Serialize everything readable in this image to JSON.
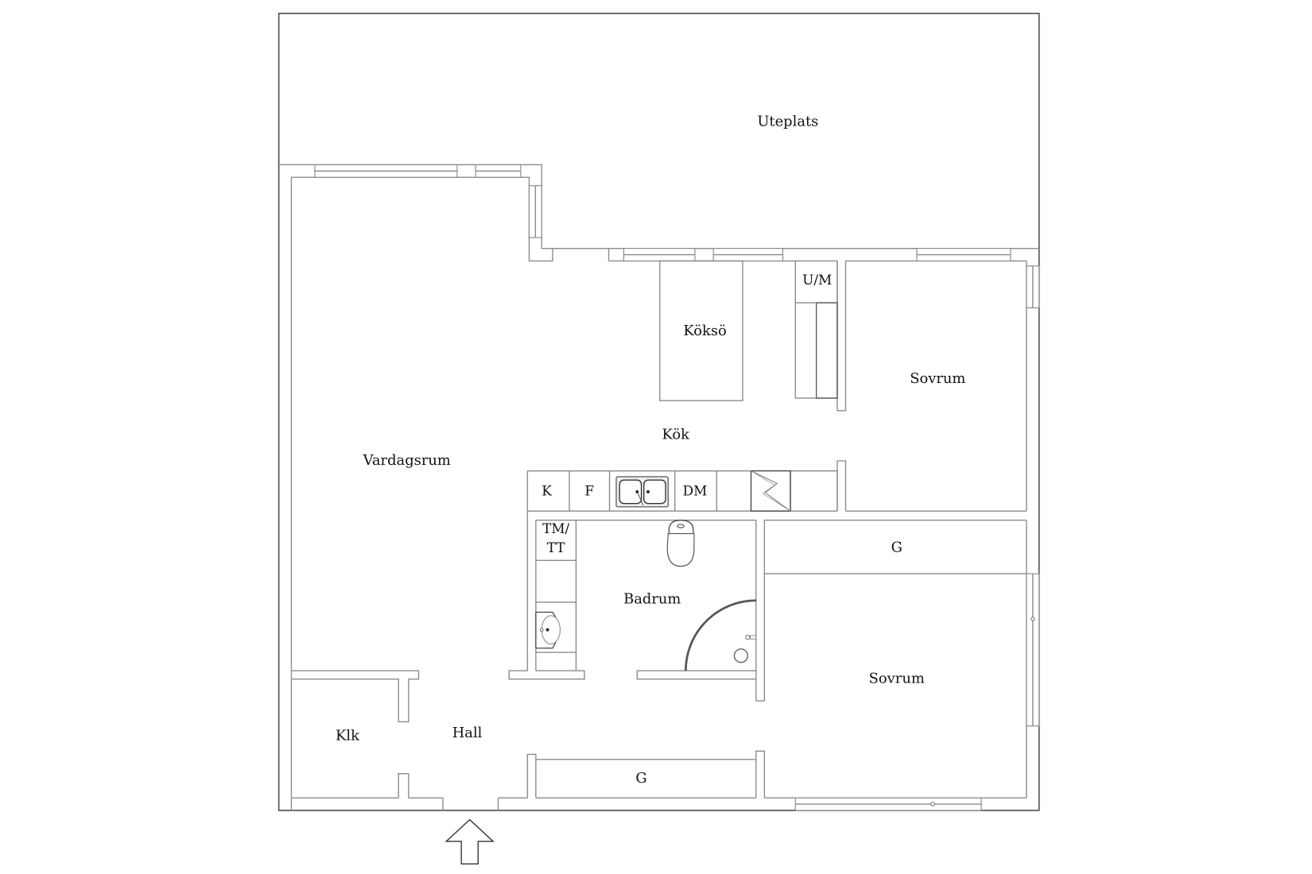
{
  "plan": {
    "rooms": {
      "uteplats": "Uteplats",
      "vardagsrum": "Vardagsrum",
      "kok": "Kök",
      "koksö": "Köksö",
      "sovrum_top": "Sovrum",
      "sovrum_bottom": "Sovrum",
      "badrum": "Badrum",
      "hall": "Hall",
      "klk": "Klk",
      "g_top": "G",
      "g_bottom": "G"
    },
    "fixtures": {
      "um": "U/M",
      "k": "K",
      "f": "F",
      "dm": "DM",
      "tm_line1": "TM/",
      "tm_line2": "TT"
    },
    "entrance": "entrance-arrow"
  }
}
